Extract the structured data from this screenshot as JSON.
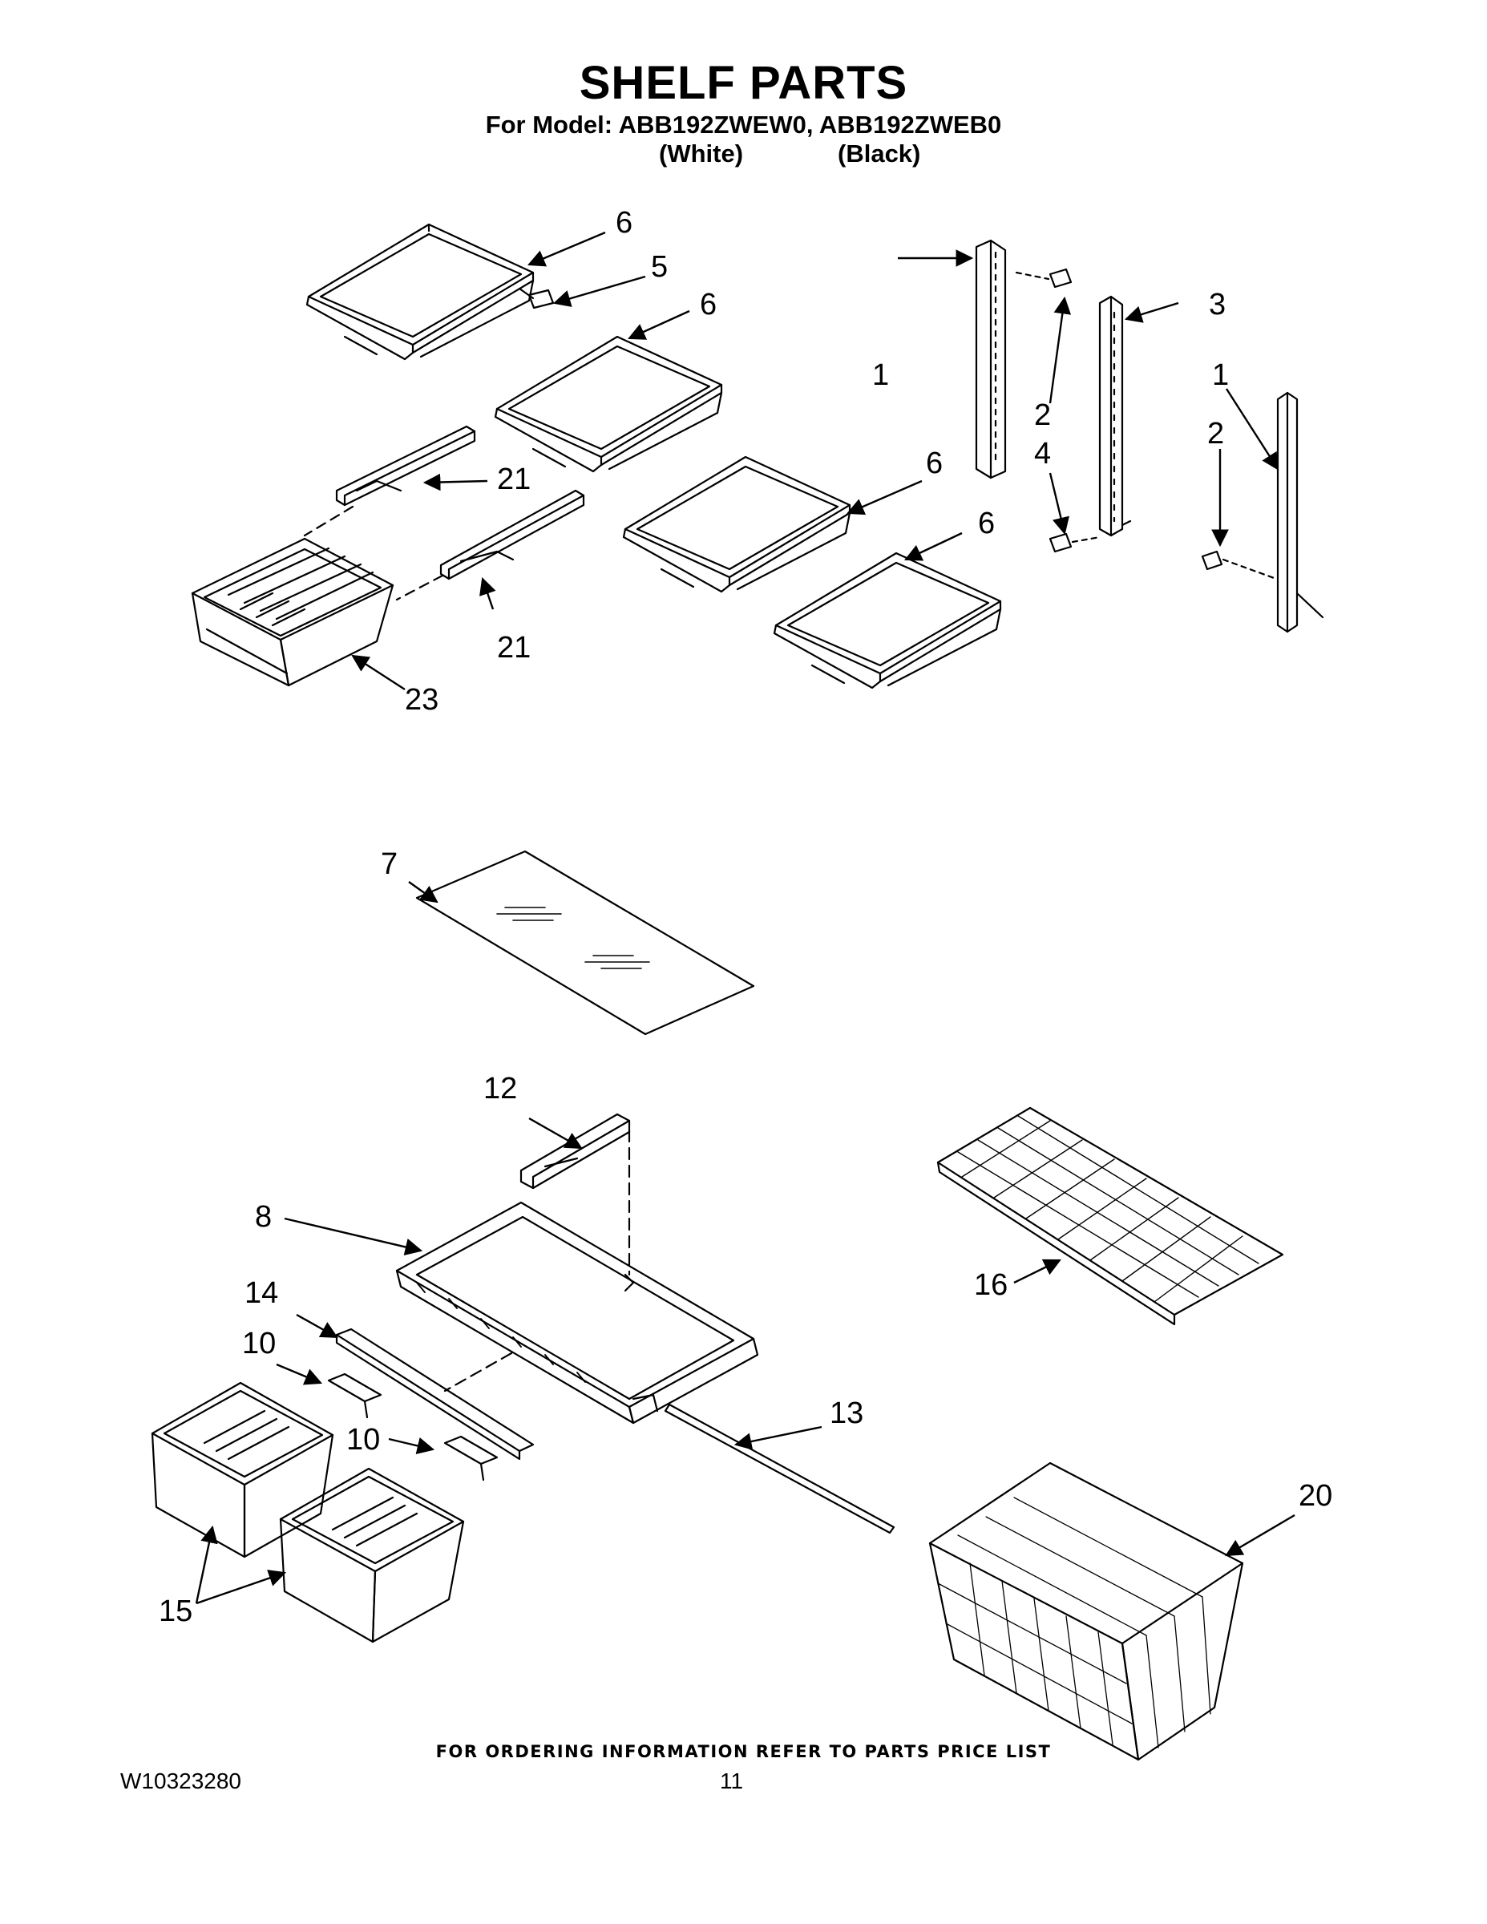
{
  "header": {
    "title": "SHELF PARTS",
    "model_line": "For Model: ABB192ZWEW0, ABB192ZWEB0",
    "variant_white": "(White)",
    "variant_black": "(Black)"
  },
  "part_labels": {
    "p6a": "6",
    "p5": "5",
    "p6b": "6",
    "p1a": "1",
    "p3": "3",
    "p1b": "1",
    "p2a": "2",
    "p4": "4",
    "p2b": "2",
    "p21a": "21",
    "p6c": "6",
    "p6d": "6",
    "p21b": "21",
    "p23": "23",
    "p7": "7",
    "p12": "12",
    "p8": "8",
    "p16": "16",
    "p14": "14",
    "p10a": "10",
    "p13": "13",
    "p10b": "10",
    "p20": "20",
    "p15": "15"
  },
  "footer": {
    "ordering_note": "FOR ORDERING INFORMATION REFER TO PARTS PRICE LIST",
    "doc_number": "W10323280",
    "page_number": "11"
  }
}
